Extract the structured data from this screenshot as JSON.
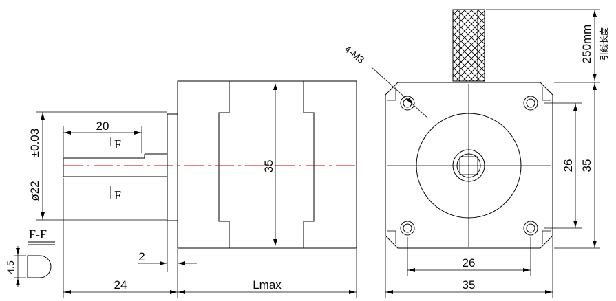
{
  "dimensions": {
    "shaft_length": "20",
    "shaft_diameter": "ø22",
    "shaft_tolerance": "±0.03",
    "body_height": "35",
    "flange_thickness": "2",
    "front_length": "24",
    "body_length": "Lmax",
    "hole_spacing_vertical": "26",
    "hole_spacing_horizontal": "26",
    "face_width": "35",
    "face_height": "35",
    "lead_length": "250mm",
    "lead_length_note": "引线长度",
    "thread_callout": "4-M3",
    "shaft_flat": "4.5"
  },
  "section": {
    "title": "F-F",
    "mark_upper": "F",
    "mark_lower": "F"
  },
  "colors": {
    "line": "#000000",
    "centerline": "#cc0000",
    "background": "#ffffff"
  }
}
